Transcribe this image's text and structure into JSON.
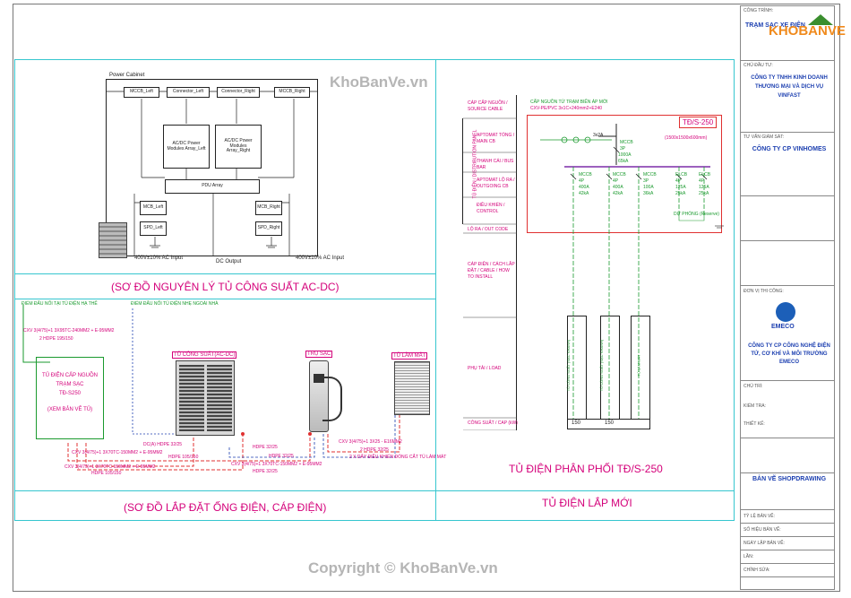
{
  "drawing": {
    "section_top_left": "(SƠ ĐỒ NGUYÊN LÝ TỦ CÔNG SUẤT AC-DC)",
    "section_bottom_left": "(SƠ ĐỒ LẮP ĐẶT ỐNG ĐIỆN, CÁP ĐIỆN)",
    "section_top_right": "TỦ ĐIỆN PHÂN PHỐI TĐ/S-250",
    "section_bottom_right": "TỦ ĐIỆN LẮP MỚI"
  },
  "power_cabinet": {
    "title": "Power Cabinet",
    "mccb_left": "MCCB_Left",
    "connector_left": "Connector_Left",
    "connector_right": "Connector_Right",
    "mccb_right": "MCCB_Right",
    "module_left": "AC/DC Power Modules Array_Left",
    "module_right": "AC/DC Power Modules Array_Right",
    "pdu": "PDU Array",
    "mcb_left": "MCB_Left",
    "mcb_right": "MCB_Right",
    "spd_left": "SPD_Left",
    "spd_right": "SPD_Right",
    "input_left": "400V±10% AC Input",
    "dc_output": "DC Output",
    "input_right": "400V±10% AC Input"
  },
  "install": {
    "source_note": "ĐIỂM ĐẤU NỐI TẠI TỦ ĐIỆN HẠ THẾ",
    "building_note": "ĐIỂM ĐẤU NỐI TỦ ĐIỆN NHẸ NGOÀI NHÀ",
    "cable_1": "CXV 3(4/75)+1 3X95TC-240MM2 + E-95MM2",
    "conduit_1": "2 HDPE 195/150",
    "source_panel": [
      "TỦ ĐIỆN CẤP NGUỒN",
      "TRẠM SẠC",
      "TĐ-S250",
      "",
      "(XEM BẢN VẼ TỦ)"
    ],
    "power_cabinet_label": "TỦ CÔNG SUẤT(AC-DC)",
    "charger_label": "TRỤ SẠC",
    "cooling_label": "TỦ LÀM MÁT",
    "cable_2": "CXV 3(4/75)+1 3X70TC-150MM2 + E-95MM2",
    "cable_3": "CXV 3(4/75)+1 3X70TC-150MM2 + E-95MM2",
    "cable_4": "CXV 3(4/75)+1 3X70TC-150MM2 + E-95MM2",
    "conduit_2": "HDPE 105/150",
    "conduit_3": "HDPE 105/150",
    "conduit_4": "HDPE 32/25",
    "conduit_5": "HDPE 32/25",
    "dc_cable": "DC(A) HDPE 32/25",
    "cooling_cable": "CXV 3(4/75)+1 3X25 - E16MM2",
    "cooling_conduit": "2 HDPE 32/25",
    "cooling_note": "2 X DÂY ĐIỀU KHIỂN ĐÓNG CẮT TỦ LÀM MÁT",
    "signal_cable": "HDPE 32/25"
  },
  "panel": {
    "title": "TĐ/S-250",
    "dimensions": "(1500x1500x600mm)",
    "source_header": "CẤP NGUỒN TỪ TRẠM BIẾN ÁP MỚI",
    "source_cable": "CXV-PE/PVC 3x1C+240mm2+E240",
    "row_labels": [
      "CÁP CẤP NGUỒN / SOURCE CABLE",
      "APTOMAT TỔNG / MAIN CB",
      "THANH CÁI / BUS BAR",
      "APTOMAT LỘ RA / OUTGOING CB",
      "ĐIỀU KHIỂN / CONTROL",
      "LỘ RA / OUT CODE",
      "CÁP ĐIỆN / CÁCH LẮP ĐẶT / CABLE / HOW TO INSTALL",
      "PHỤ TẢI / LOAD",
      "CÔNG SUẤT / CAP (kW)"
    ],
    "side_label": "TỦ ĐIỆN / DISTRIBUTION PANEL",
    "main_cb": [
      "3P",
      "1000A",
      "65kA"
    ],
    "main_cb_name": "MCCB",
    "bus_note": "3x2A",
    "outgoing": [
      {
        "name": "MCCB",
        "poles": "4P",
        "rating": "400A",
        "breaking": "42kA"
      },
      {
        "name": "MCCB",
        "poles": "4P",
        "rating": "400A",
        "breaking": "42kA"
      },
      {
        "name": "MCCB",
        "poles": "3P",
        "rating": "100A",
        "breaking": "36kA"
      },
      {
        "name": "ELCB",
        "poles": "4P",
        "rating": "125A",
        "breaking": "25kA"
      },
      {
        "name": "ELCB",
        "poles": "4P",
        "rating": "125A",
        "breaking": "25kA"
      }
    ],
    "reserve_note": "DỰ PHÒNG (Reserve)",
    "loads": [
      "TỦ CÔNG SUẤT (SẠC NHANH)",
      "TỦ CÔNG SUẤT (SẠC NHANH)",
      "TỦ LÀM MÁT"
    ],
    "capacities": [
      "150",
      "150",
      ""
    ]
  },
  "title_block": {
    "project_header": "CÔNG TRÌNH:",
    "project_name": "TRẠM SẠC XE ĐIỆN",
    "owner_header": "CHỦ ĐẦU TƯ:",
    "owner_name": "CÔNG TY TNHH KINH DOANH THƯƠNG MẠI VÀ DỊCH VỤ VINFAST",
    "consultant_header": "TƯ VẤN GIÁM SÁT:",
    "consultant_name": "CÔNG TY CP VINHOMES",
    "contractor_header": "ĐƠN VỊ THI CÔNG:",
    "contractor_logo": "EMECO",
    "contractor_name": "CÔNG TY CP CÔNG NGHỆ ĐIỆN TỬ, CƠ KHÍ VÀ MÔI TRƯỜNG EMECO",
    "sheet_title": "BẢN VẼ SHOPDRAWING",
    "rows": [
      "CHỦ TRÌ:",
      "KIỂM TRA:",
      "THIẾT KẾ:",
      "TỶ LỆ BẢN VẼ:",
      "SỐ HIỆU BẢN VẼ:",
      "NGÀY LẬP BẢN VẼ:",
      "LẦN:",
      "CHỈNH SỬA:"
    ],
    "brand": "KHOBANVE"
  },
  "watermarks": {
    "top": "KhoBanVe.vn",
    "bottom": "Copyright © KhoBanVe.vn"
  },
  "colors": {
    "frame": "#36c6cf",
    "label": "#d4007a",
    "cable_red": "#e03030",
    "cable_blue": "#1c3fb0",
    "cable_green": "#1a9a2e"
  }
}
